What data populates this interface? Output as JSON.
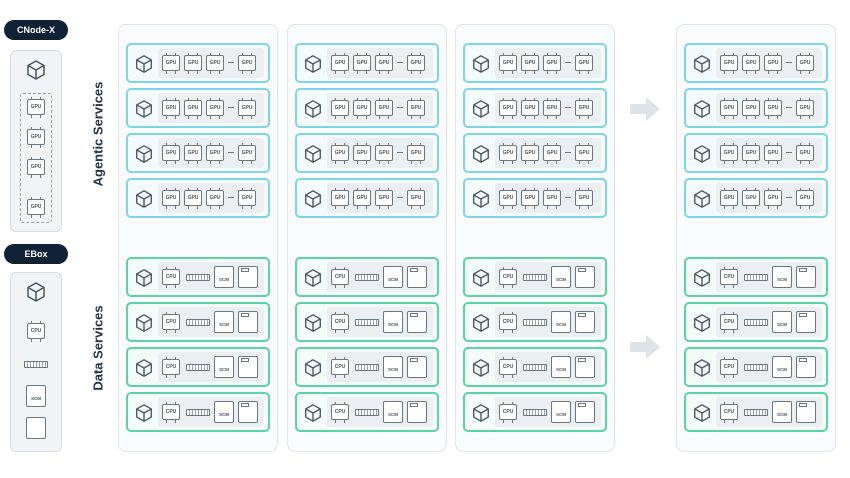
{
  "legend": {
    "cnode_label": "CNode-X",
    "ebox_label": "EBox",
    "gpu_label": "GPU",
    "cpu_label": "CPU",
    "scm_label": "SCM"
  },
  "sections": {
    "agentic": "Agentic Services",
    "data": "Data Services"
  },
  "chip_labels": {
    "gpu": "GPU",
    "cpu": "CPU",
    "scm": "SCM"
  },
  "colors": {
    "pill_bg": "#0f2235",
    "agentic_border": "#7fd4e6",
    "data_border": "#5bd3a4",
    "arrow": "#dfe3e7"
  },
  "columns": 4,
  "agentic_nodes_per_column": 4,
  "data_nodes_per_column": 4,
  "icons": [
    "cube-icon",
    "gpu-chip-icon",
    "cpu-chip-icon",
    "memory-stick-icon",
    "scm-drive-icon",
    "ssd-drive-icon",
    "arrow-right-icon"
  ]
}
